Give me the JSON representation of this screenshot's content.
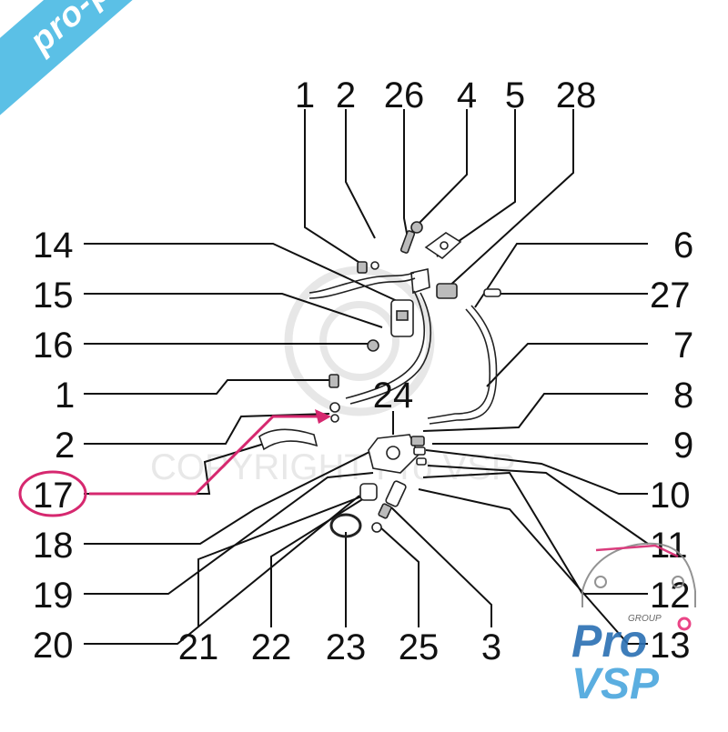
{
  "watermark": {
    "banner_text": "pro-piece-vsp.com",
    "copyright_text": "COPYRIGHT Pro VSP",
    "banner_color": "#5bc0e6"
  },
  "logo": {
    "group_text": "GROUP",
    "brand_line1": "Pro",
    "brand_line2": "VSP",
    "accent_color": "#e8317a",
    "brand_color": "#2a6fb3"
  },
  "highlight": {
    "label": "17",
    "color": "#d6286f"
  },
  "labels": {
    "top": [
      "1",
      "2",
      "26",
      "4",
      "5",
      "28"
    ],
    "left": [
      "14",
      "15",
      "16",
      "1",
      "2",
      "17",
      "18",
      "19",
      "20"
    ],
    "right": [
      "6",
      "27",
      "7",
      "8",
      "9",
      "10",
      "11",
      "12",
      "13"
    ],
    "bottom": [
      "21",
      "22",
      "23",
      "25",
      "3"
    ],
    "center": "24"
  }
}
